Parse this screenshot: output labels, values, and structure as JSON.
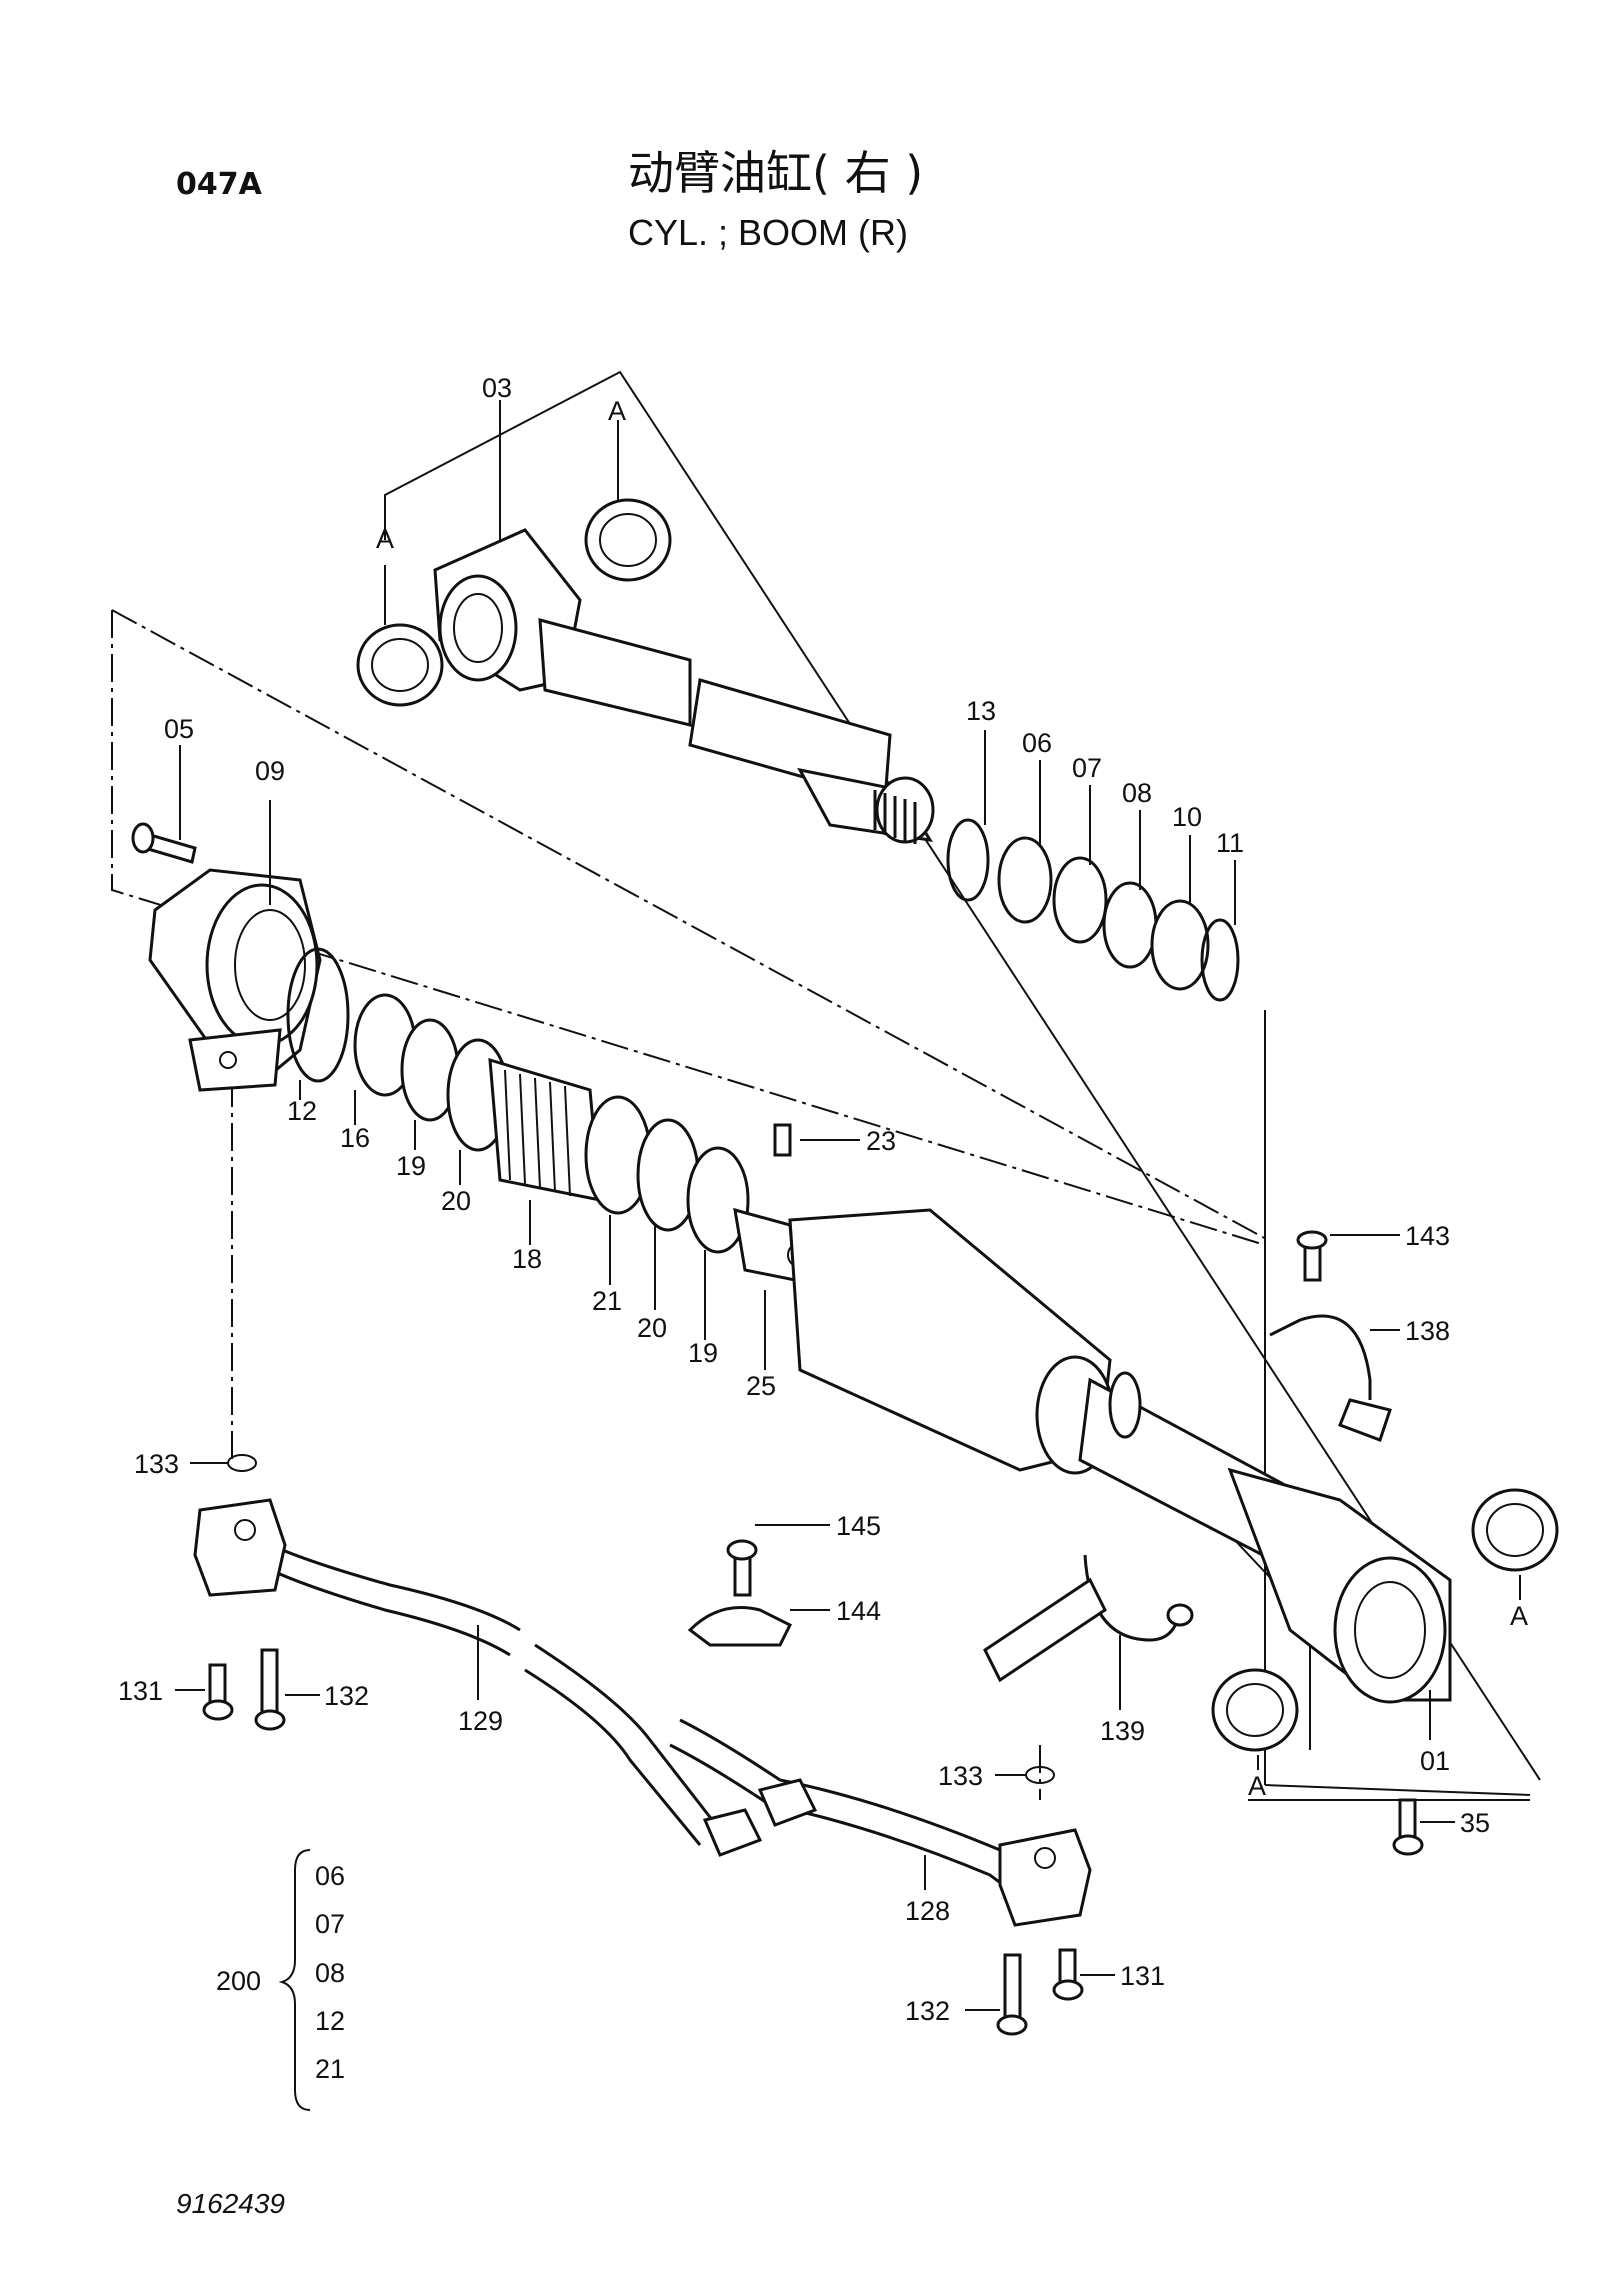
{
  "page_code": "047A",
  "title_cn": "动臂油缸( 右 )",
  "title_en": "CYL. ; BOOM (R)",
  "doc_number": "9162439",
  "callouts": {
    "c03": "03",
    "cA1": "A",
    "cA2": "A",
    "cA3": "A",
    "cA4": "A",
    "c05": "05",
    "c09": "09",
    "c13": "13",
    "c06": "06",
    "c07": "07",
    "c08": "08",
    "c10": "10",
    "c11": "11",
    "c12": "12",
    "c16": "16",
    "c19a": "19",
    "c20a": "20",
    "c18": "18",
    "c21": "21",
    "c20b": "20",
    "c19b": "19",
    "c25": "25",
    "c23": "23",
    "c143": "143",
    "c138": "138",
    "c133a": "133",
    "c145": "145",
    "c144": "144",
    "c131a": "131",
    "c132a": "132",
    "c129": "129",
    "c139": "139",
    "c133b": "133",
    "c01": "01",
    "c35": "35",
    "c128": "128",
    "c132b": "132",
    "c131b": "131"
  },
  "kit": {
    "number": "200",
    "items": [
      "06",
      "07",
      "08",
      "12",
      "21"
    ]
  }
}
